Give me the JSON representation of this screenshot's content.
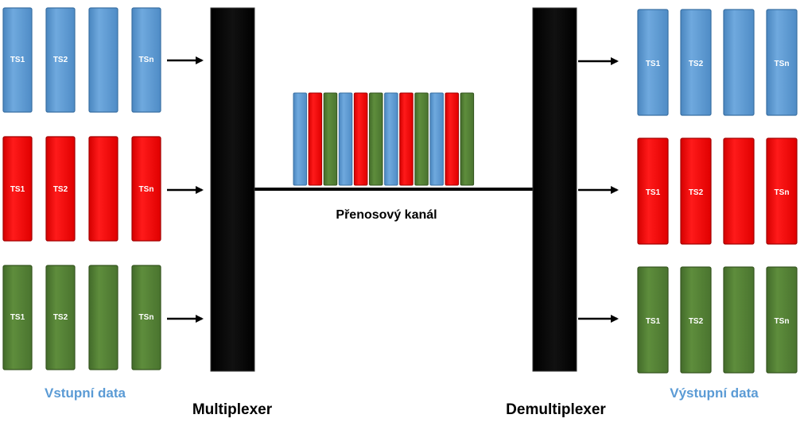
{
  "colors": {
    "blue": "#5b9bd5",
    "red": "#ff0000",
    "green": "#548235",
    "device": "#000000",
    "caption": "#5b9bd5"
  },
  "slot_labels": [
    "TS1",
    "TS2",
    "",
    "TSn"
  ],
  "labels": {
    "input_caption": "Vstupní data",
    "output_caption": "Výstupní data",
    "mux": "Multiplexer",
    "demux": "Demultiplexer",
    "channel": "Přenosový kanál"
  },
  "channel_frames": [
    "blue",
    "red",
    "green",
    "blue",
    "red",
    "green",
    "blue",
    "red",
    "green",
    "blue",
    "red",
    "green"
  ]
}
